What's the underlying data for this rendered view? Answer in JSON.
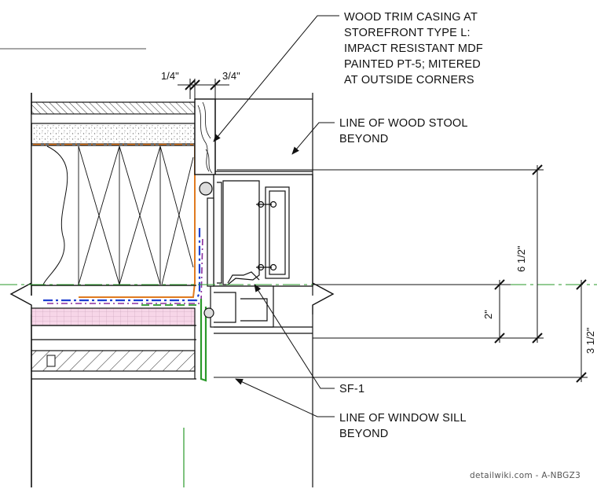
{
  "notes": {
    "trim_casing": [
      "WOOD TRIM CASING  AT",
      "STOREFRONT TYPE L:",
      "IMPACT RESISTANT MDF",
      "PAINTED PT-5; MITERED",
      "AT OUTSIDE CORNERS"
    ],
    "wood_stool": [
      "LINE OF WOOD STOOL",
      "BEYOND"
    ],
    "sf1": "SF-1",
    "window_sill": [
      "LINE OF WINDOW SILL",
      "BEYOND"
    ]
  },
  "dimensions": {
    "quarter": "1/4\"",
    "three_quarter": "3/4\"",
    "six_half": "6 1/2\"",
    "two": "2\"",
    "three_half": "3 1/2\""
  },
  "watermark": "detailwiki.com - A-NBGZ3",
  "colors": {
    "line": "#111111",
    "flashing_orange": "#e07a1f",
    "membrane_blue": "#1f3fd0",
    "membrane_purple": "#8a2ea0",
    "green_line": "#2a9a2a",
    "insulation_pink": "#f6d3e6",
    "stipple": "#8a8a8a"
  }
}
